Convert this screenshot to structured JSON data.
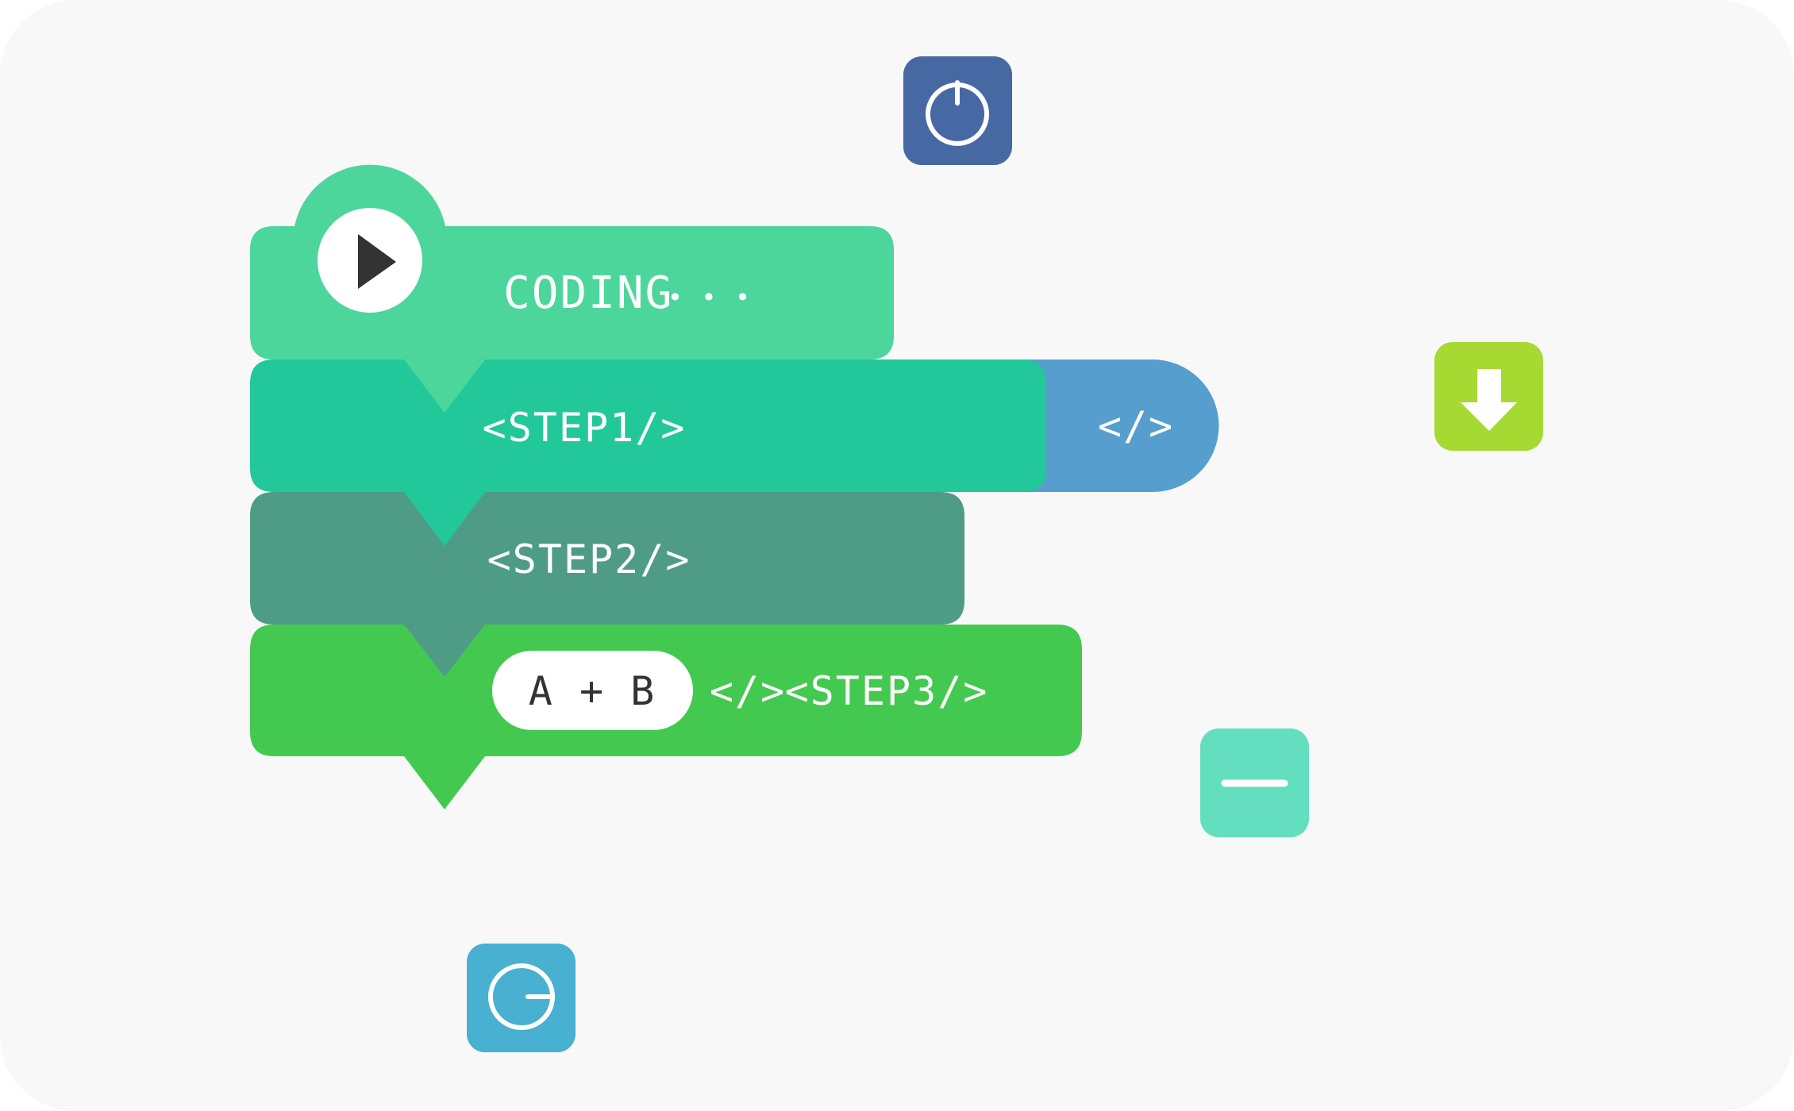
{
  "colors": {
    "background": "#f8f8f9",
    "coding_block": "#4dd69b",
    "step1_block": "#22c899",
    "step1_code_tab": "#569ecd",
    "step2_block": "#4f9c86",
    "step3_block": "#44c950",
    "power_tile": "#4769a3",
    "download_tile": "#a6da33",
    "minus_tile": "#63dfc0",
    "g_tile": "#48b0d1",
    "play_icon": "#333333",
    "white": "#ffffff"
  },
  "blocks": {
    "coding": {
      "label": "CODING",
      "dots": "• • •"
    },
    "step1": {
      "label": "<STEP1/>",
      "tab_label": "</>"
    },
    "step2": {
      "label": "<STEP2/>"
    },
    "step3": {
      "formula": "A + B",
      "code_label": "</>",
      "label": "<STEP3/>"
    }
  },
  "icons": {
    "play": "play-icon",
    "power": "power-icon",
    "download": "download-arrow-icon",
    "minus": "minus-icon",
    "g_logo": "g-icon"
  }
}
